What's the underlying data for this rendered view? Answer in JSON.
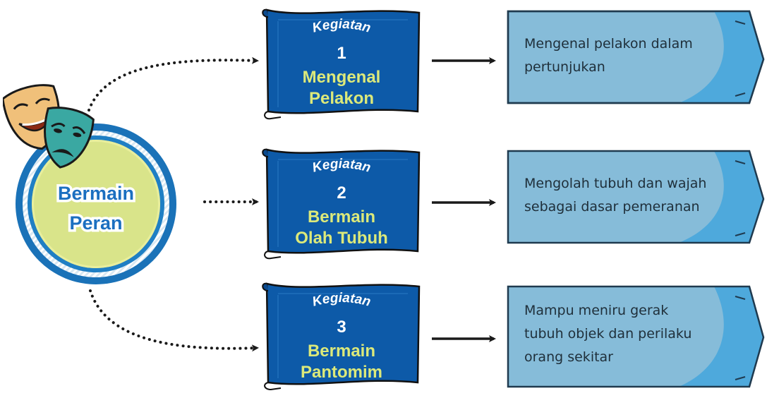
{
  "hub": {
    "line1": "Bermain",
    "line2": "Peran"
  },
  "activities": [
    {
      "kegiatan": "Kegiatan",
      "number": "1",
      "title_line1": "Mengenal",
      "title_line2": "Pelakon",
      "result": [
        "Mengenal pelakon dalam",
        "pertunjukan"
      ]
    },
    {
      "kegiatan": "Kegiatan",
      "number": "2",
      "title_line1": "Bermain",
      "title_line2": "Olah Tubuh",
      "result": [
        "Mengolah tubuh dan wajah",
        "sebagai dasar pemeranan"
      ]
    },
    {
      "kegiatan": "Kegiatan",
      "number": "3",
      "title_line1": "Bermain",
      "title_line2": "Pantomim",
      "result": [
        "Mampu meniru gerak",
        "tubuh objek dan perilaku",
        "orang sekitar"
      ]
    }
  ],
  "colors": {
    "banner": "#0d5aa8",
    "hub_fill": "#d9e48a",
    "hub_text": "#1b6fc0",
    "result_fill": "#86bcd9",
    "accent_text": "#dce97a"
  },
  "icons": [
    "comedy-tragedy-masks-icon",
    "arrow-right-icon"
  ]
}
